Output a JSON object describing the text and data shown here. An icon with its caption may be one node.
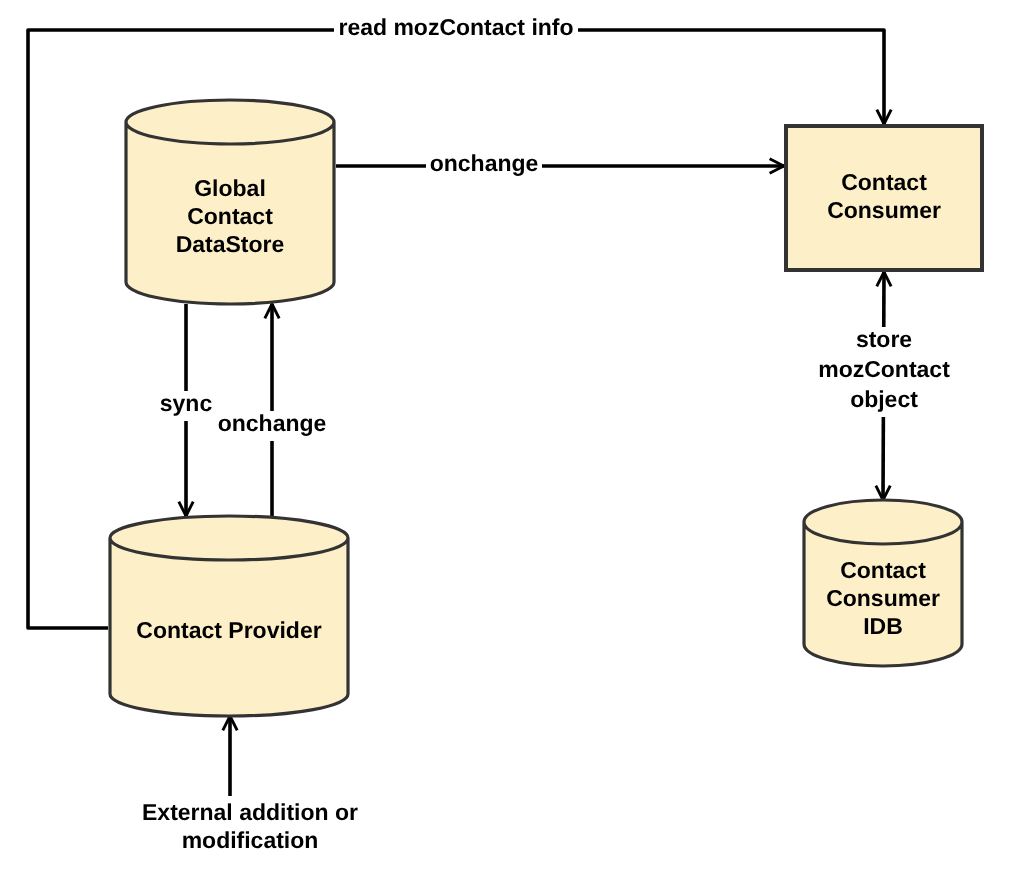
{
  "diagram": {
    "nodes": [
      {
        "text": [
          "Global Contact DataStore"
        ]
      },
      {
        "text": [
          "Contact Consumer"
        ]
      },
      {
        "text": [
          "Contact Provider"
        ]
      },
      {
        "text": [
          "Contact Consumer IDB"
        ]
      },
      {
        "text": [
          "External addition or modification"
        ]
      }
    ],
    "edges": [
      {
        "from": 2,
        "to": 1,
        "arrow": "to",
        "label": "read mozContact info"
      },
      {
        "from": 0,
        "to": 1,
        "arrow": "to",
        "label": "onchange"
      },
      {
        "from": 0,
        "to": 2,
        "arrow": "to",
        "label": "sync"
      },
      {
        "from": 2,
        "to": 0,
        "arrow": "to",
        "label": "onchange"
      },
      {
        "from": 1,
        "to": 3,
        "arrow": "both",
        "label": "store mozContact object"
      },
      {
        "from": 4,
        "to": 2,
        "arrow": "to"
      }
    ]
  }
}
